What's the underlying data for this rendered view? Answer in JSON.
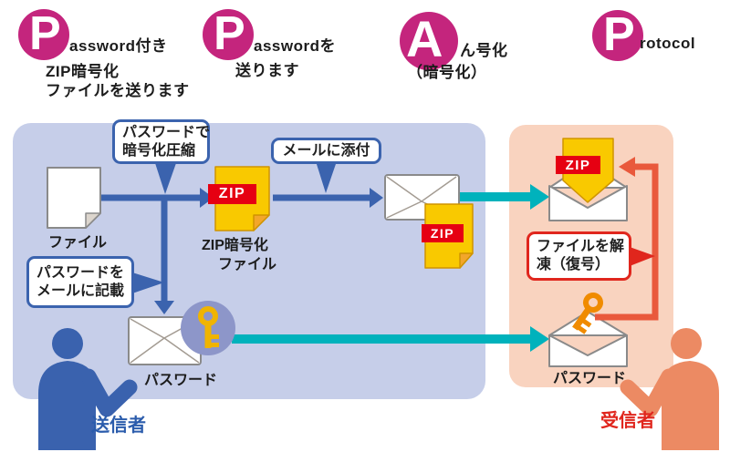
{
  "title_row": {
    "circle_color": "#c4257d",
    "items": [
      {
        "initial": "P",
        "line1": "assword付き",
        "line2": "ZIP暗号化",
        "line3": "ファイルを送ります"
      },
      {
        "initial": "P",
        "line1": "asswordを",
        "line2": "送ります"
      },
      {
        "initial": "A",
        "line1": "ん号化",
        "line2": "（暗号化）"
      },
      {
        "initial": "P",
        "line1": "rotocol"
      }
    ]
  },
  "zip_badge": "ZIP",
  "sender": {
    "area_color": "#c6cee9",
    "person_label": "送信者",
    "file_label": "ファイル",
    "zip_file_label_line1": "ZIP暗号化",
    "zip_file_label_line2": "ファイル",
    "password_label": "パスワード",
    "callouts": {
      "encrypt_line1": "パスワードで",
      "encrypt_line2": "暗号化圧縮",
      "attach": "メールに添付",
      "password_mail_line1": "パスワードを",
      "password_mail_line2": "メールに記載"
    }
  },
  "receiver": {
    "area_color": "#f9d3bf",
    "person_label": "受信者",
    "password_label": "パスワード",
    "callouts": {
      "decrypt_line1": "ファイルを解",
      "decrypt_line2": "凍（復号）"
    }
  },
  "colors": {
    "flow_blue": "#3b63ae",
    "flow_teal": "#00b2bc",
    "flow_red": "#e9593c",
    "badge_red": "#e60012",
    "callout_red_border": "#e0261d",
    "circle_magenta": "#c4257d",
    "sender_person": "#3a62ae",
    "receiver_person": "#ec8a63",
    "file_yellow": "#f9c900",
    "key_circle_purple": "#8d96c9"
  }
}
